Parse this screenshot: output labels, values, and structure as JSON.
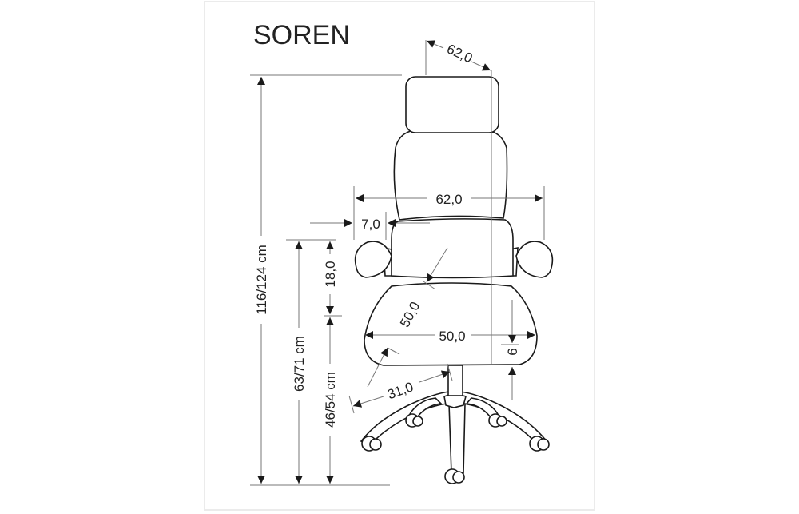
{
  "title": "SOREN",
  "dimensions": {
    "depth_top": "62,0",
    "width": "62,0",
    "armrest_offset": "7,0",
    "total_height": "116/124 cm",
    "armrest_height": "63/71 cm",
    "armrest_above_seat": "18,0",
    "seat_height": "46/54 cm",
    "seat_depth": "50,0",
    "seat_width": "50,0",
    "seat_thickness": "6",
    "base_radius": "31,0"
  }
}
